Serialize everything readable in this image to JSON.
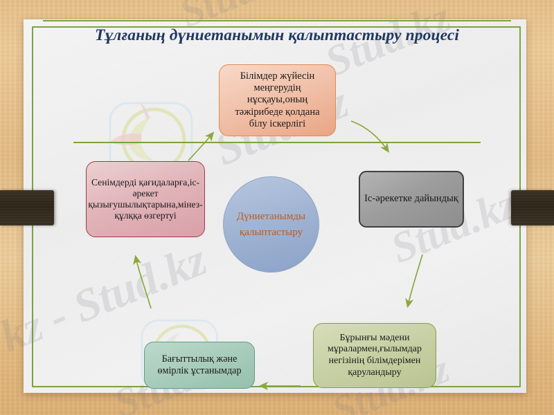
{
  "slide": {
    "title": "Тұлғаның дүниетанымын қалыптастыру процесі",
    "accent_green": "#7ba23f",
    "title_color": "#1f3864",
    "background_color": "#e5c08a",
    "paper_color": "#f1f1f1"
  },
  "diagram": {
    "type": "cycle-diagram",
    "center": {
      "label": "Дүниетанымды қалыптастыру",
      "shape": "circle",
      "fill": "#9fb3d2",
      "border": "#8fa3c4",
      "text_color": "#c25a18"
    },
    "nodes": [
      {
        "id": "top",
        "label": "Білімдер жүйесін меңгерудің нұсқауы,оның тәжірибеде қолдана білу іскерлігі",
        "shape": "rounded-rect",
        "fill": "#f0bda4",
        "border": "#e08a4e"
      },
      {
        "id": "left",
        "label": "Сенімдерді қағидаларға,іс-әрекет қызығушылықтарына,мінез-құлққа өзгертуі",
        "shape": "rounded-rect",
        "fill": "#e0b3b8",
        "border": "#9e3b46"
      },
      {
        "id": "right",
        "label": "Іс-әрекетке дайындық",
        "shape": "rounded-rect",
        "fill": "#9d9d9d",
        "border": "#3f3f3f"
      },
      {
        "id": "bottom-right",
        "label": "Бұрынғы мәдени мұралармен,ғылымдар негізінің білімдерімен қаруландыру",
        "shape": "rounded-rect",
        "fill": "#c7d0a4",
        "border": "#8a9a4e"
      },
      {
        "id": "bottom-left",
        "label": "Бағыттылық және өмірлік ұстанымдар",
        "shape": "rounded-rect",
        "fill": "#a6cbba",
        "border": "#5d9c86"
      }
    ],
    "arrows": [
      {
        "from": "top",
        "to": "right",
        "color": "#8aa83c"
      },
      {
        "from": "right",
        "to": "bottom-right",
        "color": "#8aa83c"
      },
      {
        "from": "bottom-right",
        "to": "bottom-left",
        "color": "#8aa83c"
      },
      {
        "from": "bottom-left",
        "to": "left",
        "color": "#8aa83c"
      },
      {
        "from": "left",
        "to": "top",
        "color": "#8aa83c"
      }
    ]
  },
  "watermarks": {
    "texts": [
      "Stud.kz",
      "Stud.kz",
      "Stud.kz",
      "kz - Stud.kz",
      "Stud.kz",
      "Stud.kz",
      "Stud.kz"
    ],
    "color": "rgba(120,120,130,0.16)"
  }
}
